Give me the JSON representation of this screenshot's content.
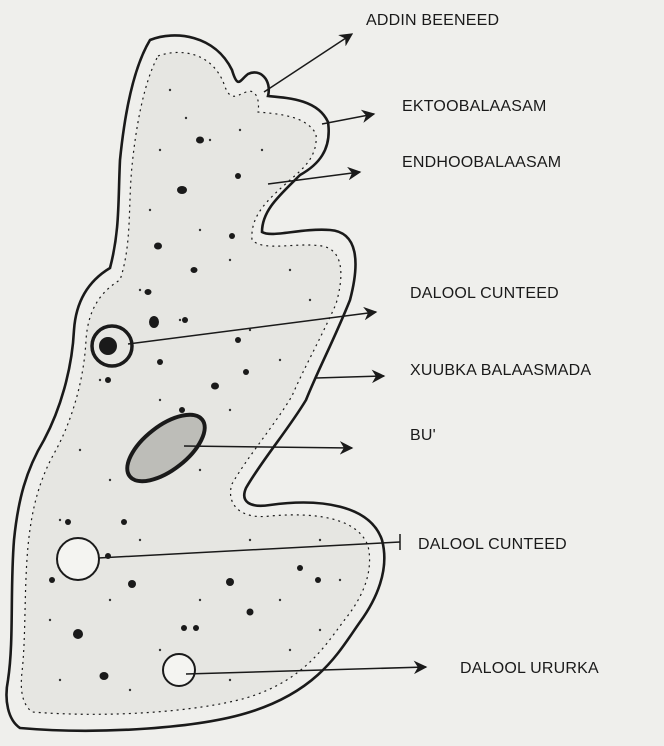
{
  "labels": {
    "addin_beeneed": "ADDIN BEENEED",
    "ektoobalaasam": "EKTOOBALAASAM",
    "endhoobalaasam": "ENDHOOBALAASAM",
    "dalool_cunteed_1": "DALOOL CUNTEED",
    "xuubka_balaasmada": "XUUBKA BALAASMADA",
    "bu": "BU'",
    "dalool_cunteed_2": "DALOOL CUNTEED",
    "dalool_ururka": "DALOOL URURKA"
  },
  "colors": {
    "ink": "#1a1a1a",
    "paper": "#efefec",
    "cell_fill": "#e6e6e2"
  }
}
